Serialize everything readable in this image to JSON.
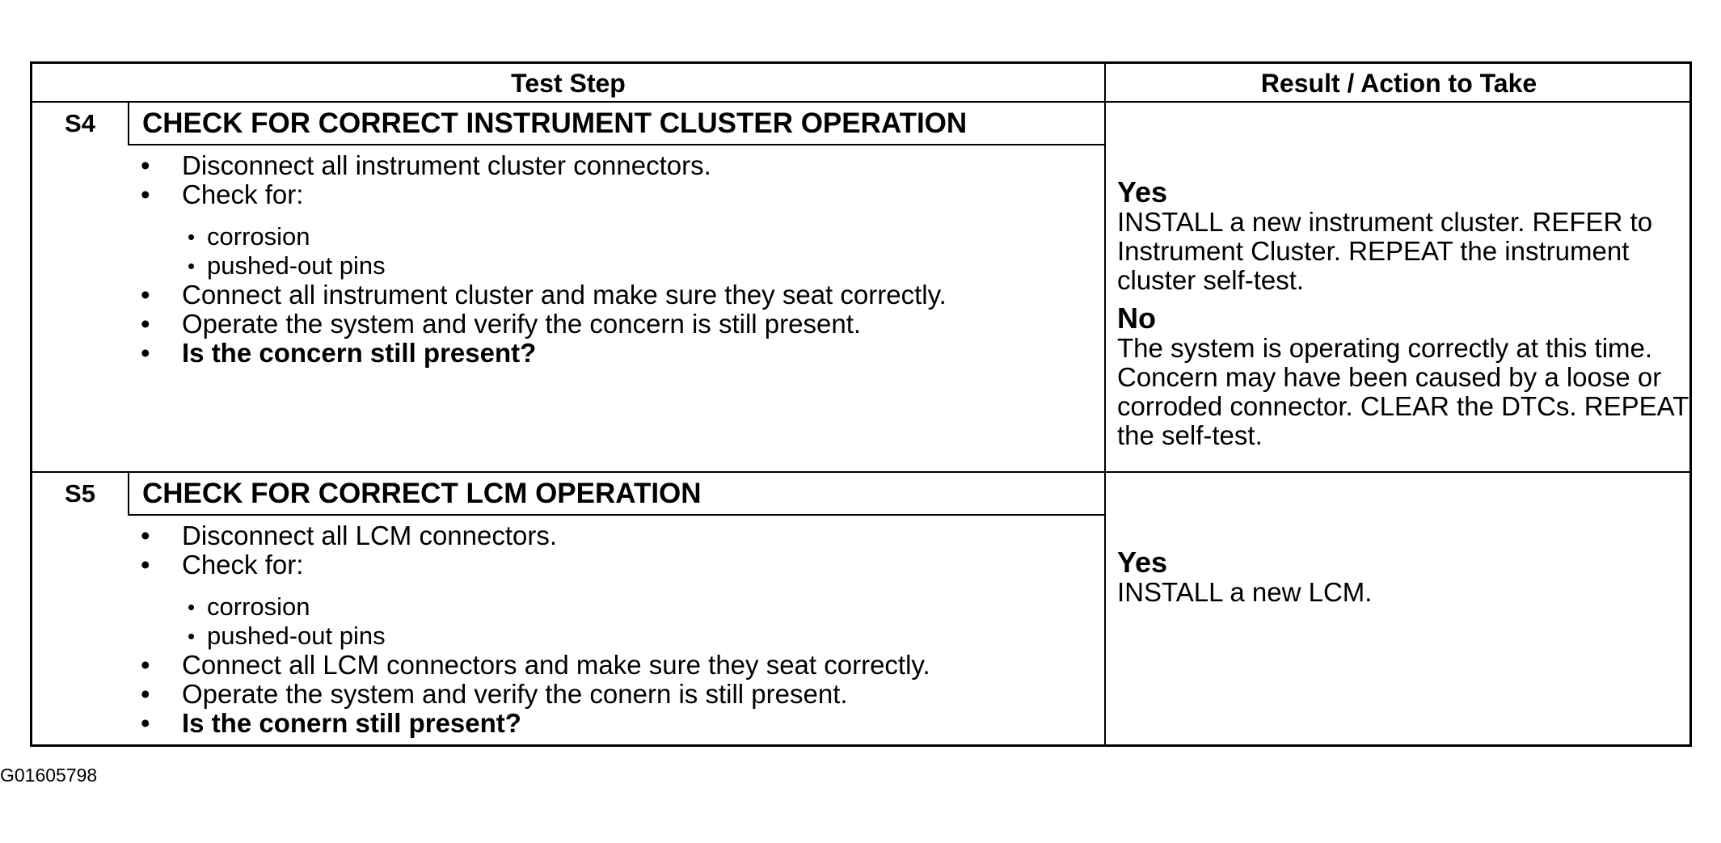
{
  "header": {
    "test_step": "Test Step",
    "result_action": "Result / Action to Take"
  },
  "steps": [
    {
      "id": "S4",
      "title": "CHECK FOR CORRECT INSTRUMENT CLUSTER OPERATION",
      "items": [
        "Disconnect all instrument cluster connectors.",
        "Check for:",
        "Connect all instrument cluster and make sure they seat correctly.",
        "Operate the system and verify the concern is still present.",
        "Is the concern still present?"
      ],
      "subitems": [
        "corrosion",
        "pushed-out pins"
      ],
      "results": [
        {
          "label": "Yes",
          "text": "INSTALL a new instrument cluster. REFER to Instrument Cluster. REPEAT the instrument cluster self-test."
        },
        {
          "label": "No",
          "text": "The system is operating correctly at this time. Concern may have been caused by a loose or corroded connector. CLEAR the DTCs. REPEAT the self-test."
        }
      ]
    },
    {
      "id": "S5",
      "title": "CHECK FOR CORRECT LCM OPERATION",
      "items": [
        "Disconnect all LCM connectors.",
        "Check for:",
        "Connect all LCM connectors and make sure they seat correctly.",
        "Operate the system and verify the conern is still present.",
        "Is the conern still present?"
      ],
      "subitems": [
        "corrosion",
        "pushed-out pins"
      ],
      "results": [
        {
          "label": "Yes",
          "text": "INSTALL a new LCM."
        }
      ]
    }
  ],
  "figure_id": "G01605798"
}
